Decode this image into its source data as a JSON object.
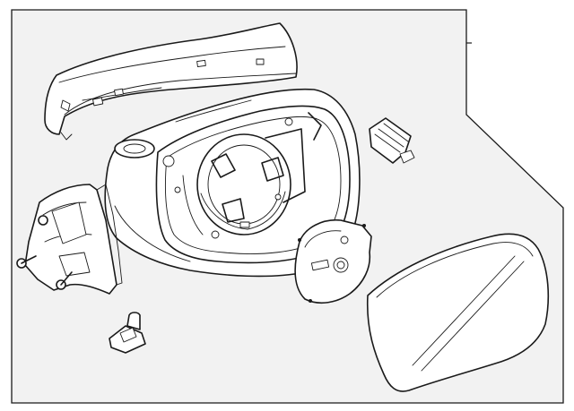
{
  "diagram": {
    "background_color": "#ffffff",
    "panel_color": "#f2f2f2",
    "line_color": "#1a1a1a",
    "parts": [
      {
        "name": "mirror-cover-cap"
      },
      {
        "name": "mirror-housing"
      },
      {
        "name": "mounting-bracket-base"
      },
      {
        "name": "puddle-lamp-socket"
      },
      {
        "name": "turn-signal-lamp"
      },
      {
        "name": "glass-backing-plate"
      },
      {
        "name": "mirror-glass"
      }
    ]
  }
}
